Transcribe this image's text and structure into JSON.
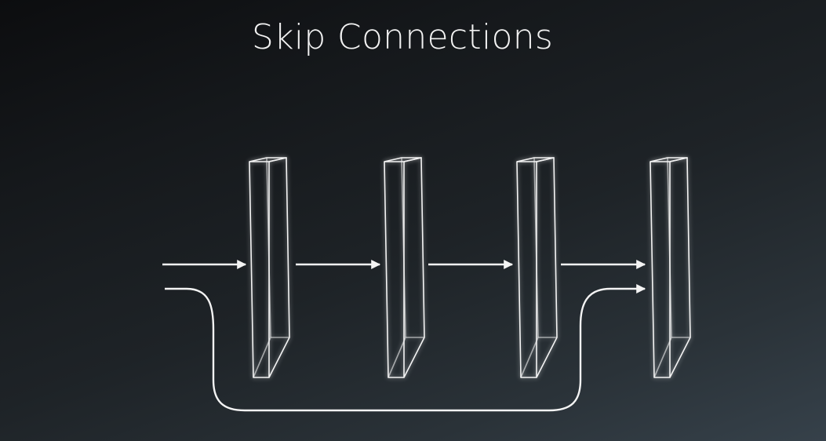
{
  "title": "Skip Connections",
  "colors": {
    "stroke": "#f4f4f4",
    "background_dark": "#0c0d0f",
    "background_light": "#36414a"
  },
  "diagram": {
    "layers": [
      {
        "id": "layer-1"
      },
      {
        "id": "layer-2"
      },
      {
        "id": "layer-3"
      },
      {
        "id": "layer-4"
      }
    ],
    "connections": [
      {
        "from": "input",
        "to": "layer-1",
        "kind": "forward"
      },
      {
        "from": "layer-1",
        "to": "layer-2",
        "kind": "forward"
      },
      {
        "from": "layer-2",
        "to": "layer-3",
        "kind": "forward"
      },
      {
        "from": "layer-3",
        "to": "layer-4",
        "kind": "forward"
      },
      {
        "from": "input",
        "to": "layer-4",
        "kind": "skip"
      }
    ]
  }
}
